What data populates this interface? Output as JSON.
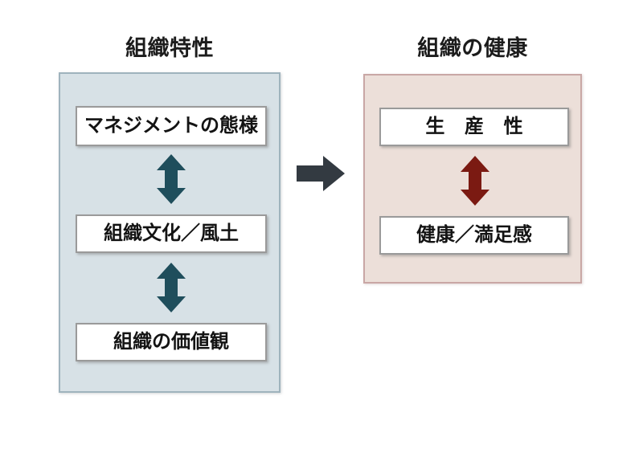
{
  "diagram": {
    "background_color": "#ffffff",
    "left_panel": {
      "title": "組織特性",
      "panel_fill": "#d7e1e6",
      "panel_border": "#9fb3bd",
      "arrow_color": "#1f4e5c",
      "boxes": [
        {
          "label": "マネジメントの態様"
        },
        {
          "label": "組織文化／風土"
        },
        {
          "label": "組織の価値観"
        }
      ]
    },
    "right_panel": {
      "title": "組織の健康",
      "panel_fill": "#ecdfd9",
      "panel_border": "#c9a7a5",
      "arrow_color": "#7b1a12",
      "boxes": [
        {
          "label": "生 産 性"
        },
        {
          "label": "健康／満足感"
        }
      ]
    },
    "connector": {
      "direction": "right",
      "color": "#333a41"
    }
  }
}
